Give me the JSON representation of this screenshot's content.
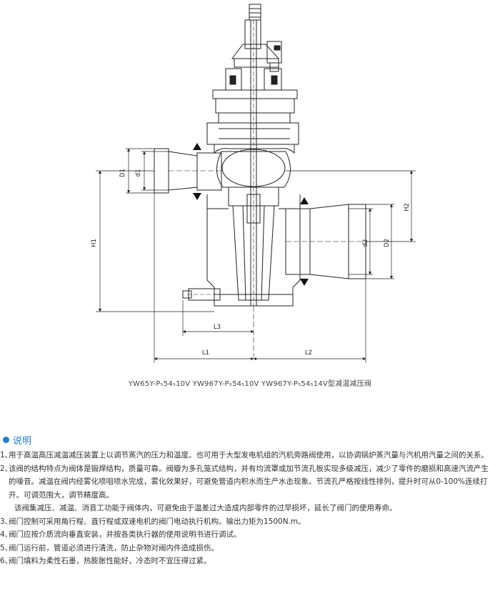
{
  "drawing": {
    "dimensions": {
      "D1": "D1",
      "d1": "d1",
      "H1": "H1",
      "H2": "H2",
      "d2": "d2",
      "D2": "D2",
      "L1": "L1",
      "L2": "L2",
      "L3": "L3"
    },
    "caption": "YW65Y-P₅54₅10V   YW967Y-P₅54₅10V   YW967Y-P₅54₅14V型减温减压阀"
  },
  "section": {
    "heading": "说明",
    "notes": [
      {
        "num": "1、",
        "text": "用于高温高压减温减压装置上以调节蒸汽的压力和温度。也可用于大型发电机组的汽机旁路阀使用，以协调锅炉蒸汽量与汽机用汽量之间的关系。"
      },
      {
        "num": "2、",
        "text": "该阀的结构特点为阀体是锻焊结构，质量可靠。阀瓣为多孔笼式结构，并有均流罩或加节流孔板实现多级减压，减少了零件的磨损和高速汽流产生的噪音。减温在阀内经雾化喷咀喷水完成，雾化效果好，可避免管道内积水而生产水击现象。节流孔严格按线性排列，提升时可从0-100%连续打开。可调范围大，调节精度高。"
      },
      {
        "num": "",
        "text": "该阀集减压、减温、消音工功能于阀体内，可避免由于温差过大造成内部零件的过早损坏，延长了阀门的使用寿命。"
      },
      {
        "num": "3、",
        "text": "阀门控制可采用角行程、直行程或双速电机的阀门电动执行机构。输出力矩为1500N.m。"
      },
      {
        "num": "4、",
        "text": "阀门应按介质流向垂直安装，并按各类执行器的使用说明书进行调试。"
      },
      {
        "num": "5、",
        "text": "阀门运行前，管道必须进行清洗，防止杂物对阀内件造成损伤。"
      },
      {
        "num": "6、",
        "text": "阀门填料为柔性石墨，热膨胀性能好，冷态时不宜压得过紧。"
      }
    ]
  }
}
